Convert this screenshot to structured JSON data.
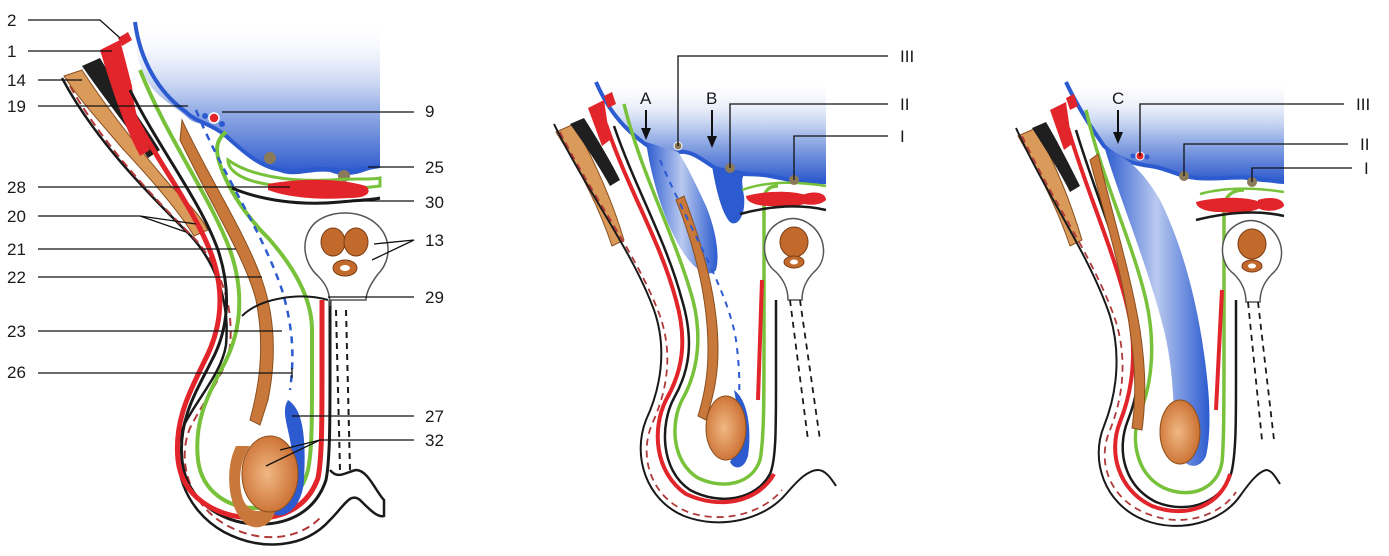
{
  "figures": [
    {
      "id": "fig1",
      "labels_left": [
        "2",
        "1",
        "14",
        "19",
        "28",
        "20",
        "21",
        "22",
        "23",
        "26"
      ],
      "labels_right": [
        "9",
        "25",
        "30",
        "13",
        "29",
        "27",
        "32"
      ]
    },
    {
      "id": "fig2",
      "arrows": [
        "A",
        "B"
      ],
      "labels_right": [
        "III",
        "II",
        "I"
      ]
    },
    {
      "id": "fig3",
      "arrows": [
        "C"
      ],
      "labels_right": [
        "III",
        "II",
        "I"
      ]
    }
  ],
  "colors": {
    "peritoneum_blue": "#2c5bd0",
    "muscle_red": "#e2252b",
    "fascia_green": "#78c23b",
    "tendon_brown": "#c8783a",
    "testis_orange": "#d98b4a",
    "skin_pink": "#e9b9a3",
    "line_black": "#1a1a1a"
  }
}
